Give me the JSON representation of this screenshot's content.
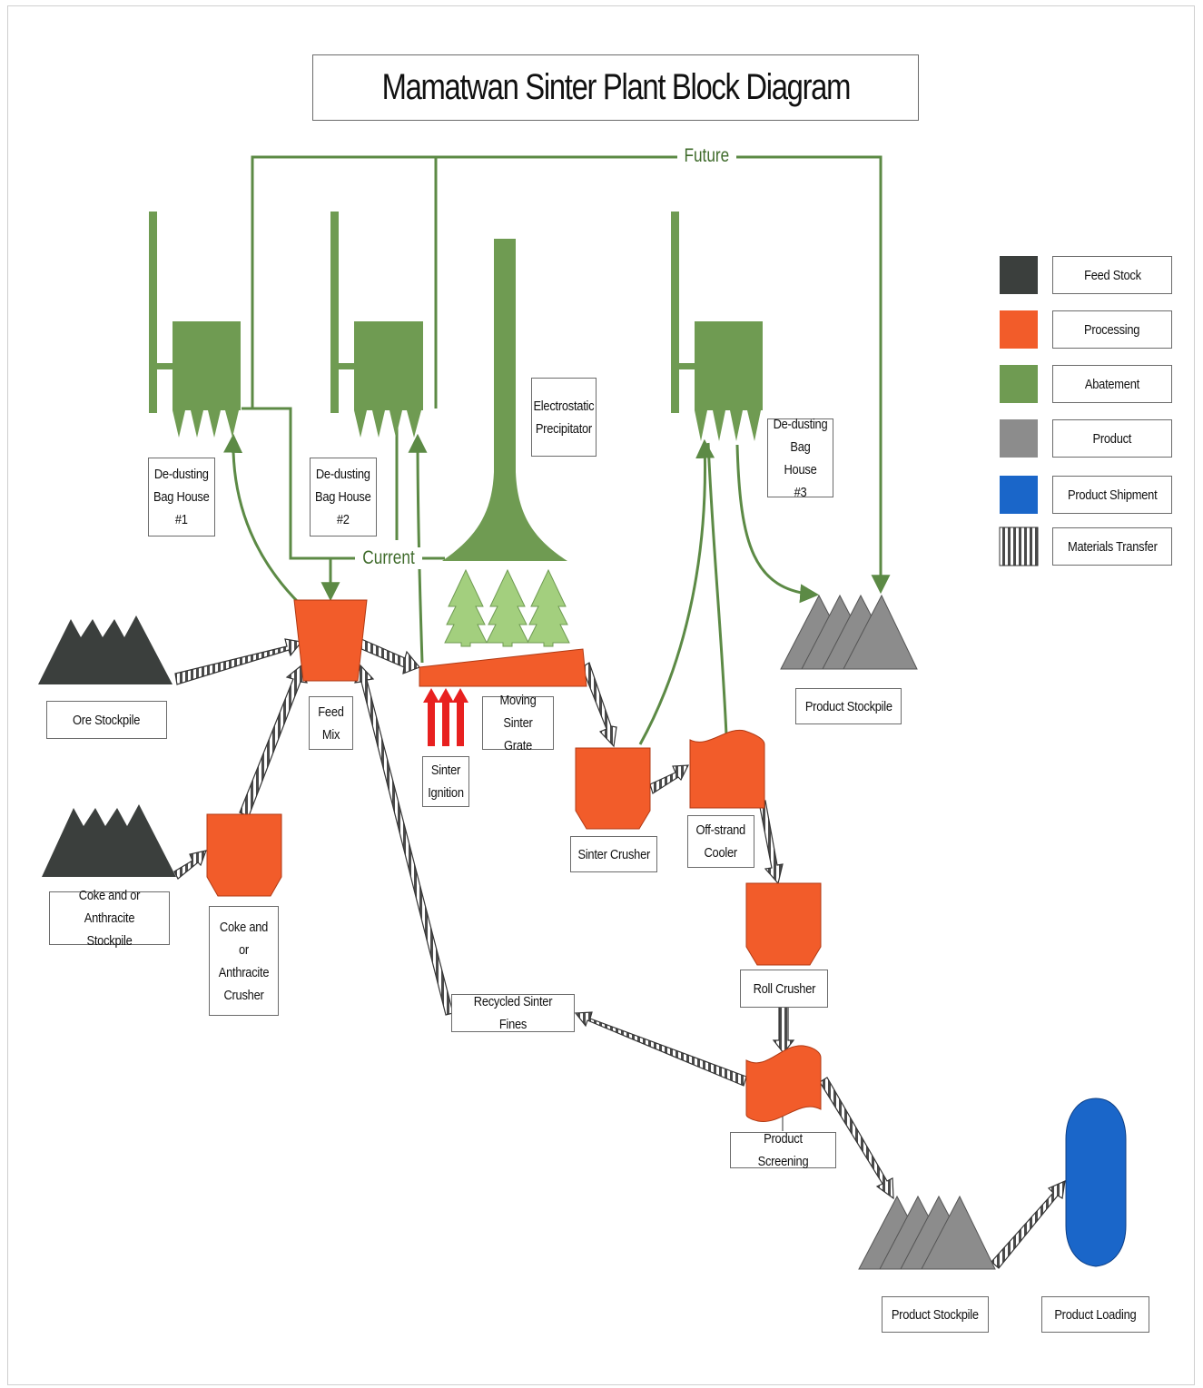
{
  "title": "Mamatwan Sinter Plant Block Diagram",
  "flow_labels": {
    "future": "Future",
    "current": "Current"
  },
  "legend": [
    {
      "label": "Feed Stock",
      "color": "#3b3f3d",
      "icon": "feed-stock-swatch"
    },
    {
      "label": "Processing",
      "color": "#f25c2a",
      "icon": "processing-swatch"
    },
    {
      "label": "Abatement",
      "color": "#6f9b52",
      "icon": "abatement-swatch"
    },
    {
      "label": "Product",
      "color": "#8c8c8c",
      "icon": "product-swatch"
    },
    {
      "label": "Product Shipment",
      "color": "#1a66c9",
      "icon": "product-shipment-swatch"
    },
    {
      "label": "Materials Transfer",
      "color": "#555555",
      "icon": "materials-transfer-swatch"
    }
  ],
  "nodes": {
    "bag_house_1": "De-dusting\nBag House\n#1",
    "bag_house_2": "De-dusting\nBag House\n#2",
    "bag_house_3": "De-dusting\nBag House\n#3",
    "electrostatic_precipitator": "Electrostatic\nPrecipitator",
    "ore_stockpile": "Ore Stockpile",
    "feed_mix": "Feed\nMix",
    "sinter_ignition": "Sinter\nIgnition",
    "moving_sinter_grate": "Moving\nSinter Grate",
    "product_stockpile_top": "Product Stockpile",
    "coke_stockpile": "Coke and or Anthracite\nStockpile",
    "coke_crusher": "Coke and or\nAnthracite\nCrusher",
    "sinter_crusher": "Sinter Crusher",
    "off_strand_cooler": "Off-strand\nCooler",
    "roll_crusher": "Roll Crusher",
    "recycled_sinter_fines": "Recycled Sinter Fines",
    "product_screening": "Product Screening",
    "product_stockpile_bottom": "Product Stockpile",
    "product_loading": "Product Loading"
  }
}
